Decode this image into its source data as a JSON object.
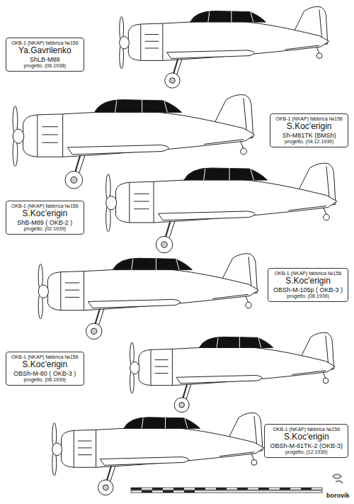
{
  "diagram": {
    "nodes": [
      {
        "text": [
          "OKB-1 (NKAP) fabbrica №156",
          "Ya.Gavrilenko",
          "ShLB-M88",
          "progetto, (06.1938)"
        ]
      },
      {
        "text": [
          "OKB-1 (NKAP) fabbrica №156",
          "S.Koc'erigin",
          "Sh-M81TK (BMSh)",
          "progetto, (04.12.1939)"
        ]
      },
      {
        "text": [
          "OKB-1 (NKAP) fabbrica №156",
          "S.Koc'erigin",
          "ShB-M89 ( OKB-2 )",
          "progetto, (02.1939)"
        ]
      },
      {
        "text": [
          "OKB-1 (NKAP) fabbrica №156",
          "S.Koc'erigin",
          "OBSh-M-105p ( OKB-3 )",
          "progetto, (08.1939)"
        ]
      },
      {
        "text": [
          "OKB-1 (NKAP) fabbrica №156",
          "S.Koc'erigin",
          "OBSh-M-80 ( OKB-3 )",
          "progetto, (08.1939)"
        ]
      },
      {
        "text": [
          "OKB-1 (NKAP) fabbrica №156",
          "S.Koc'erigin",
          "OBSh-M-81TK-2 (OKB-3)",
          "progetto, (12.1939)"
        ]
      }
    ],
    "labels": [
      "borovik"
    ]
  }
}
